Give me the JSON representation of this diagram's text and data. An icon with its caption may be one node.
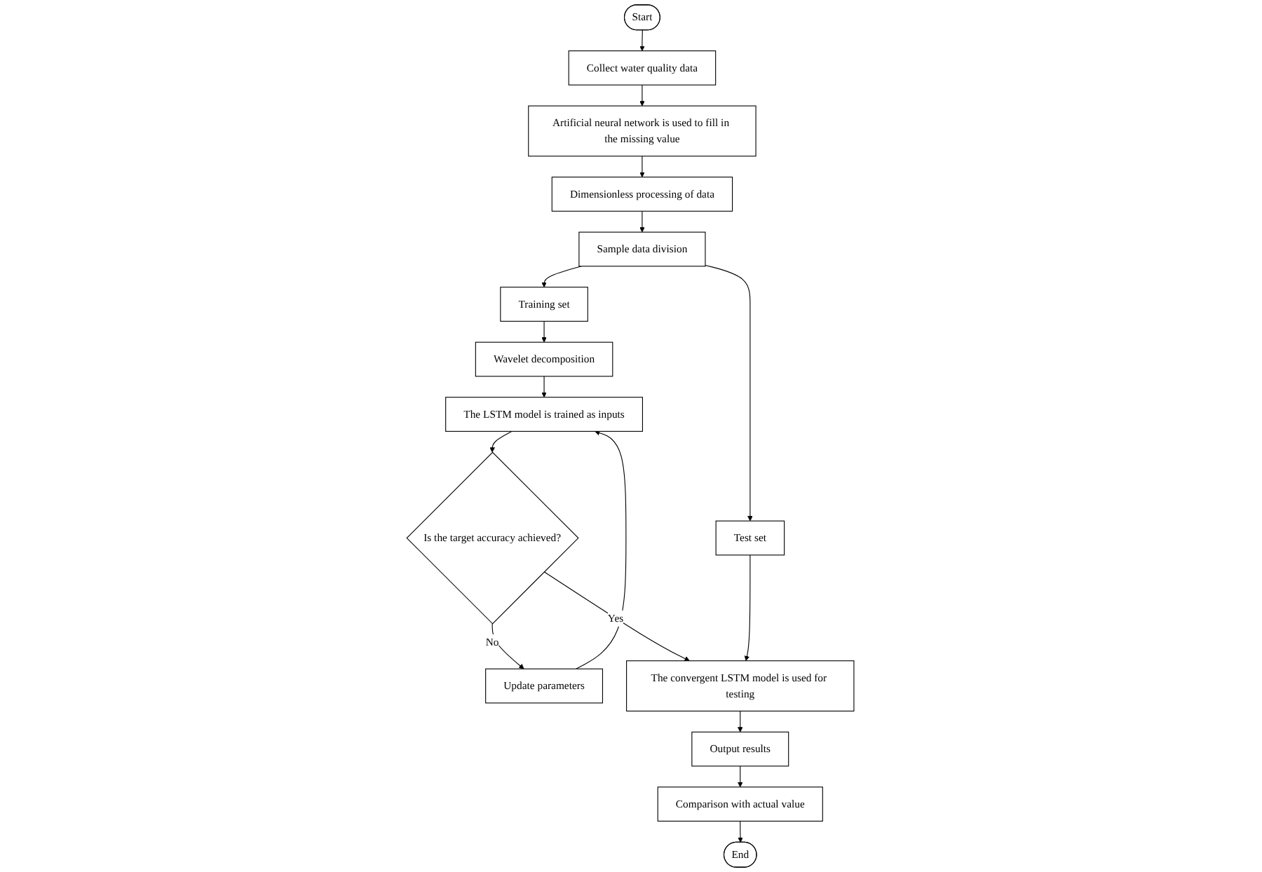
{
  "diagram": {
    "nodes": [
      {
        "text": [
          "Start"
        ]
      },
      {
        "text": [
          "Collect water quality data"
        ]
      },
      {
        "text": [
          "Artificial neural network is used to fill in the missing value"
        ]
      },
      {
        "text": [
          "Dimensionless processing of data"
        ]
      },
      {
        "text": [
          "Sample data division"
        ]
      },
      {
        "text": [
          "Training set"
        ]
      },
      {
        "text": [
          "Test set"
        ]
      },
      {
        "text": [
          "Wavelet decomposition"
        ]
      },
      {
        "text": [
          "The LSTM model is trained as inputs"
        ]
      },
      {
        "text": [
          "Is the target accuracy achieved?"
        ]
      },
      {
        "text": [
          "Update parameters"
        ]
      },
      {
        "text": [
          "The convergent LSTM model is used for testing"
        ]
      },
      {
        "text": [
          "Output results"
        ]
      },
      {
        "text": [
          "Comparison with actual value"
        ]
      },
      {
        "text": [
          "End"
        ]
      }
    ],
    "edges": [
      {
        "from": 0,
        "to": 1,
        "arrow": "to"
      },
      {
        "from": 1,
        "to": 2,
        "arrow": "to"
      },
      {
        "from": 2,
        "to": 3,
        "arrow": "to"
      },
      {
        "from": 3,
        "to": 4,
        "arrow": "to"
      },
      {
        "from": 4,
        "to": 5,
        "arrow": "to"
      },
      {
        "from": 4,
        "to": 6,
        "arrow": "to"
      },
      {
        "from": 5,
        "to": 7,
        "arrow": "to"
      },
      {
        "from": 7,
        "to": 8,
        "arrow": "to"
      },
      {
        "from": 8,
        "to": 9,
        "arrow": "to"
      },
      {
        "from": 9,
        "to": 11,
        "arrow": "to",
        "label": "Yes"
      },
      {
        "from": 9,
        "to": 10,
        "arrow": "to",
        "label": "No"
      },
      {
        "from": 10,
        "to": 8,
        "arrow": "to"
      },
      {
        "from": 6,
        "to": 11,
        "arrow": "to"
      },
      {
        "from": 11,
        "to": 12,
        "arrow": "to"
      },
      {
        "from": 12,
        "to": 13,
        "arrow": "to"
      },
      {
        "from": 13,
        "to": 14,
        "arrow": "to"
      }
    ]
  }
}
